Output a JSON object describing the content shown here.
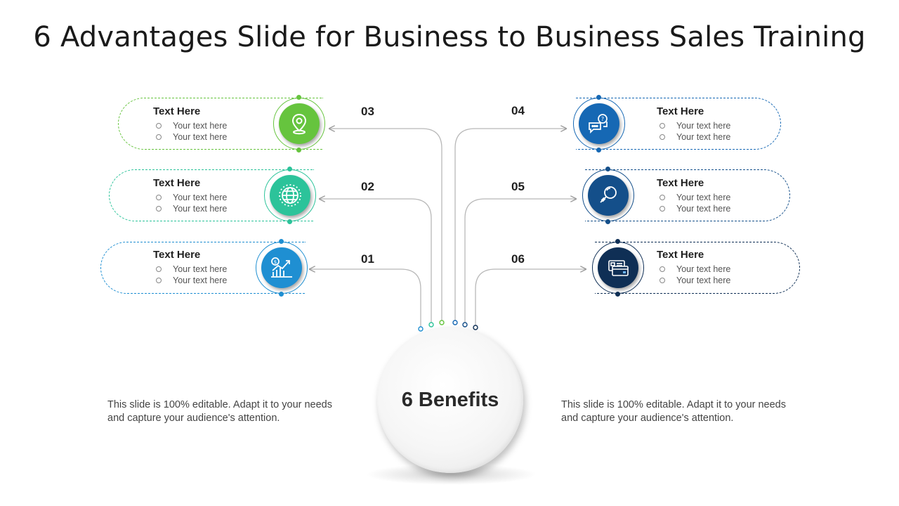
{
  "title": "6 Advantages Slide for Business to Business Sales Training",
  "center_label": "6 Benefits",
  "notes": {
    "left": "This slide is 100% editable. Adapt it to your needs and capture your audience's attention.",
    "right": "This slide is 100% editable. Adapt it to your needs and capture your audience's attention."
  },
  "items": [
    {
      "number": "01",
      "heading": "Text Here",
      "lines": [
        "Your text here",
        "Your text here"
      ],
      "icon": "growth-chart-icon",
      "color": "#1f8fd2"
    },
    {
      "number": "02",
      "heading": "Text Here",
      "lines": [
        "Your text here",
        "Your text here"
      ],
      "icon": "globe-icon",
      "color": "#2cc39a"
    },
    {
      "number": "03",
      "heading": "Text Here",
      "lines": [
        "Your text here",
        "Your text here"
      ],
      "icon": "location-pin-icon",
      "color": "#66c43e"
    },
    {
      "number": "04",
      "heading": "Text Here",
      "lines": [
        "Your text here",
        "Your text here"
      ],
      "icon": "chat-question-icon",
      "color": "#1668b4"
    },
    {
      "number": "05",
      "heading": "Text Here",
      "lines": [
        "Your text here",
        "Your text here"
      ],
      "icon": "magnifier-icon",
      "color": "#144f8a"
    },
    {
      "number": "06",
      "heading": "Text Here",
      "lines": [
        "Your text here",
        "Your text here"
      ],
      "icon": "credit-card-icon",
      "color": "#0f2f55"
    }
  ]
}
